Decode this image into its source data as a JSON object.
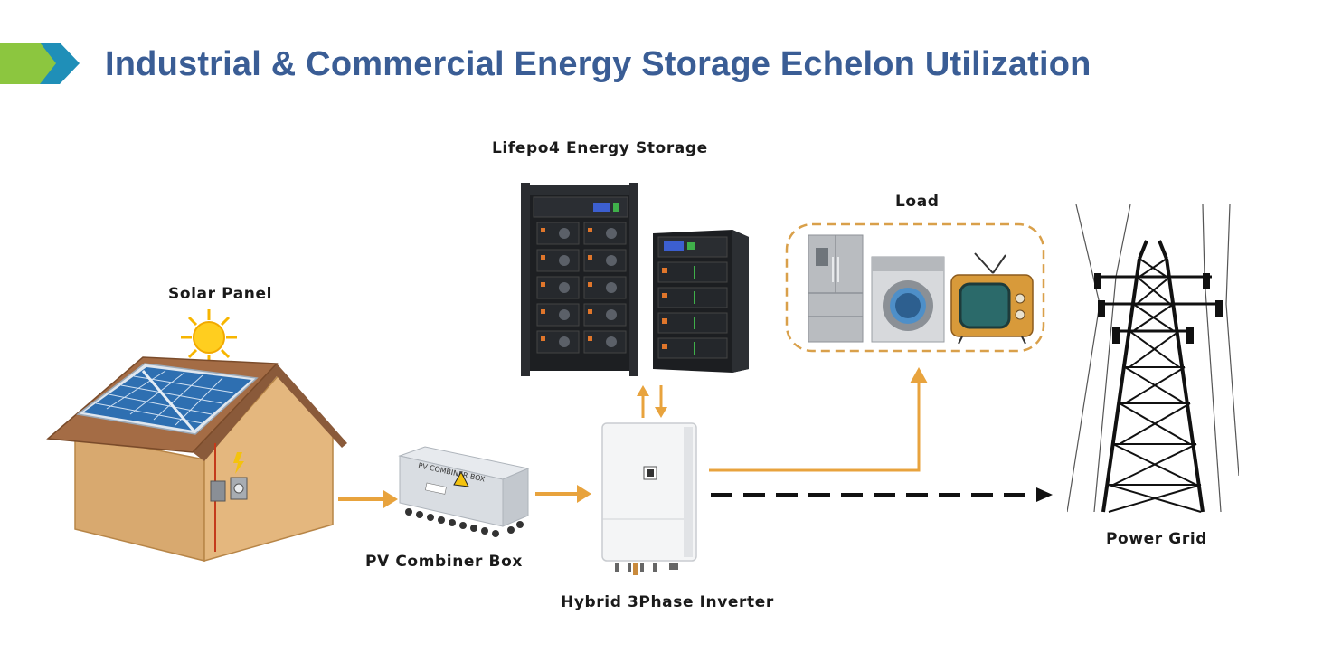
{
  "header": {
    "title": "Industrial & Commercial Energy Storage Echelon Utilization"
  },
  "nodes": {
    "storage": {
      "label": "Lifepo4 Energy Storage"
    },
    "load": {
      "label": "Load"
    },
    "solar": {
      "label": "Solar Panel"
    },
    "combiner": {
      "label": "PV Combiner Box",
      "panel_text": "PV COMBINER BOX"
    },
    "inverter": {
      "label": "Hybrid 3Phase Inverter"
    },
    "grid": {
      "label": "Power Grid"
    }
  },
  "colors": {
    "title": "#3a5d95",
    "arrow": "#e8a33d",
    "accent_green": "#8cc63f",
    "accent_teal": "#1f8fb8",
    "load_border": "#d9a04a"
  }
}
